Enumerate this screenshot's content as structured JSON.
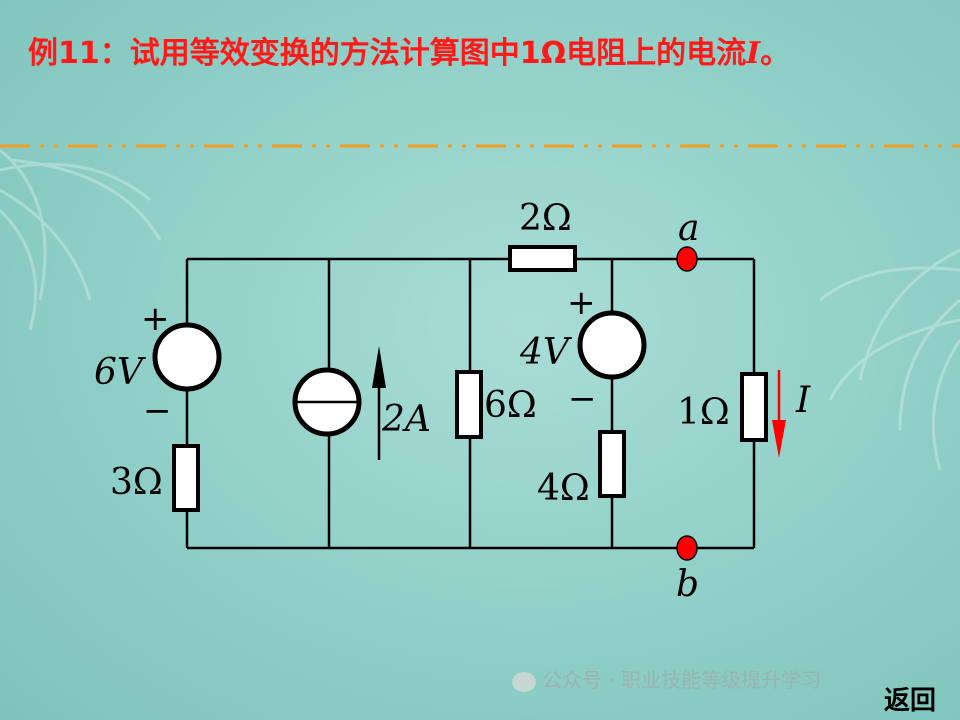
{
  "slide": {
    "title_prefix": "例11：试用等效变换的方法计算图中1Ω电阻上的电流",
    "title_var": "I",
    "title_suffix": "。",
    "back_label": "返回",
    "watermark": "公众号 · 职业技能等级提升学习"
  },
  "colors": {
    "title": "#ff1a1a",
    "divider": "#f0a020",
    "node": "#ff0000",
    "current_arrow": "#ff0000",
    "background": "#8fcfc7"
  },
  "circuit": {
    "sources": {
      "v1_label": "6V",
      "v2_label": "4V",
      "i1_label": "2A",
      "plus": "+",
      "minus": "−"
    },
    "resistors": {
      "r_3": "3Ω",
      "r_6": "6Ω",
      "r_2": "2Ω",
      "r_4": "4Ω",
      "r_1": "1Ω"
    },
    "nodes": {
      "a": "a",
      "b": "b"
    },
    "current_label": "I"
  }
}
